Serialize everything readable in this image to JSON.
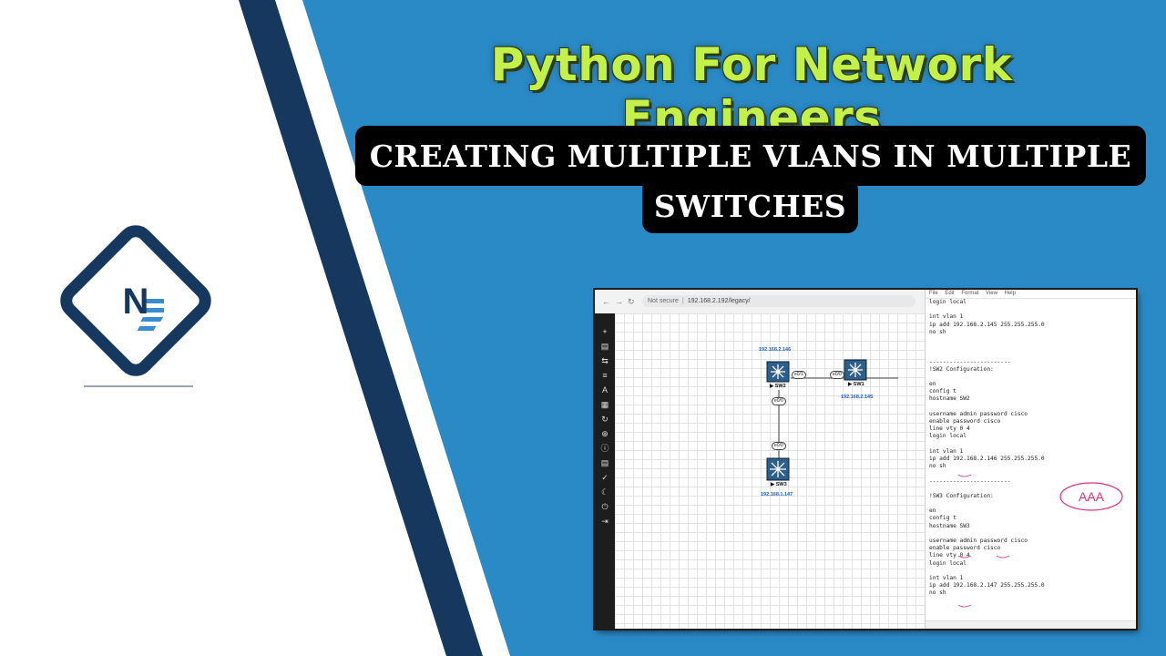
{
  "title": "Python For Network Engineers",
  "subtitle_line1": "CREATING MULTIPLE VLANS IN MULTIPLE",
  "subtitle_line2": "SWITCHES",
  "logo_letter": "N",
  "colors": {
    "background_blue": "#2a8ac6",
    "stripe_navy": "#16385e",
    "title_green": "#c4f04a",
    "logo_stripe": "#3a8cd0"
  },
  "browser": {
    "not_secure": "Not secure",
    "url": "192.168.2.192/legacy/"
  },
  "sidebar_icons": [
    "plus-icon",
    "server-icon",
    "swap-icon",
    "list-icon",
    "text-icon",
    "grid-icon",
    "refresh-icon",
    "zoom-icon",
    "info-icon",
    "table-icon",
    "check-icon",
    "moon-icon",
    "power-icon",
    "logout-icon"
  ],
  "topology": {
    "sw2": {
      "name": "SW2",
      "ip": "192.168.2.146"
    },
    "sw1": {
      "name": "SW1",
      "ip": "192.168.2.145"
    },
    "sw3": {
      "name": "SW3",
      "ip": "192.168.1.147"
    },
    "ports": {
      "sw2_right": "e0/1",
      "sw1_left": "e0/0",
      "sw2_bottom": "e0/0",
      "sw3_top": "e0/0"
    }
  },
  "notepad": {
    "menu": [
      "File",
      "Edit",
      "Format",
      "View",
      "Help"
    ],
    "lines": [
      "login local",
      "",
      "int vlan 1",
      "ip add 192.168.2.145 255.255.255.0",
      "no sh",
      "",
      "",
      "",
      "------------------------",
      "!SW2 Configuration:",
      "",
      "en",
      "config t",
      "hostname SW2",
      "",
      "username admin password cisco",
      "enable password cisco",
      "line vty 0 4",
      "login local",
      "",
      "int vlan 1",
      "ip add 192.168.2.146 255.255.255.0",
      "no sh",
      "",
      "------------------------",
      "",
      "!SW3 Configuration:",
      "",
      "en",
      "config t",
      "hostname SW3",
      "",
      "username admin password cisco",
      "enable password cisco",
      "line vty 0 4",
      "login local",
      "",
      "int vlan 1",
      "ip add 192.168.2.147 255.255.255.0",
      "no sh"
    ],
    "annotation": "AAA"
  }
}
